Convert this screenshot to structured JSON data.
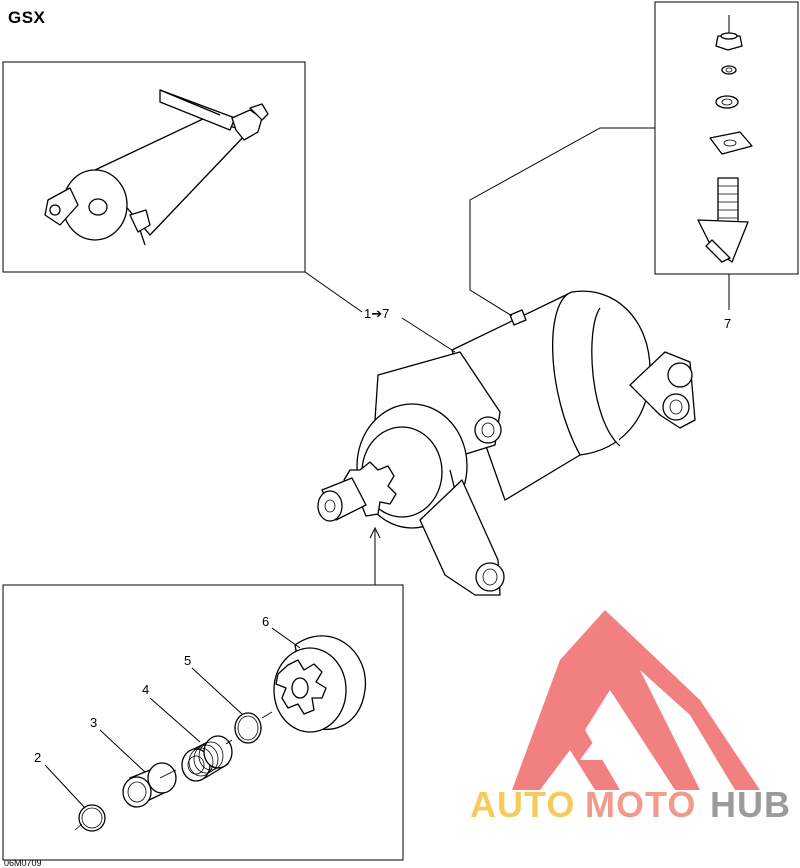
{
  "title": "GSX",
  "diagram_code": "06M0709",
  "callouts": {
    "range": "1➔7",
    "p2": "2",
    "p3": "3",
    "p4": "4",
    "p5": "5",
    "p6": "6",
    "p7": "7"
  },
  "watermark": {
    "auto": "AUTO",
    "moto": "MOTO",
    "hub": "HUB",
    "colors": {
      "triangle": "#f26b6b",
      "auto": "#f5c242",
      "moto": "#f08a7a",
      "hub": "#8a8a8a"
    }
  }
}
